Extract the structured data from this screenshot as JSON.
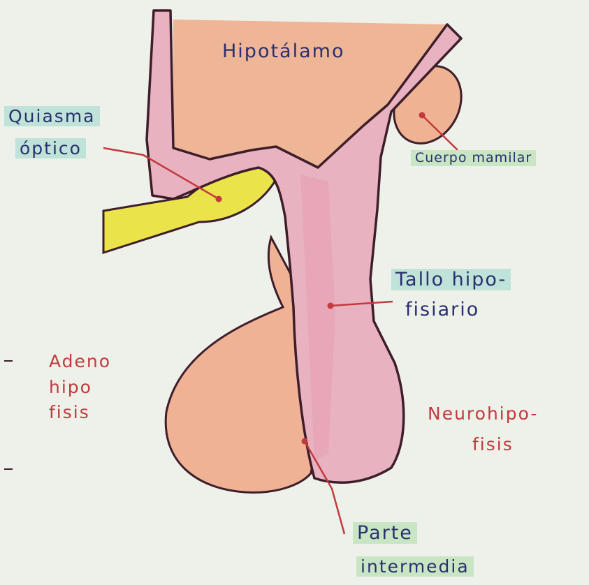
{
  "labels": {
    "hipotalamo": "Hipotálamo",
    "quiasma_1": "Quiasma",
    "quiasma_2": "óptico",
    "cuerpo_mamilar": "Cuerpo mamilar",
    "tallo_1": "Tallo hipo-",
    "tallo_2": "fisiario",
    "adeno_1": "Adeno",
    "adeno_2": "hipo",
    "adeno_3": "fisis",
    "neuro_1": "Neurohipo-",
    "neuro_2": "fisis",
    "parte_1": "Parte",
    "parte_2": "intermedia"
  },
  "colors": {
    "hypothalamus": "#efb597",
    "neuro": "#e9b2c0",
    "adeno": "#f0b294",
    "chiasm": "#eae44a",
    "outline": "#3d1e2a",
    "pointer": "#c23a3c",
    "text_blue": "#2b2f6e",
    "text_red": "#c23a3c"
  }
}
